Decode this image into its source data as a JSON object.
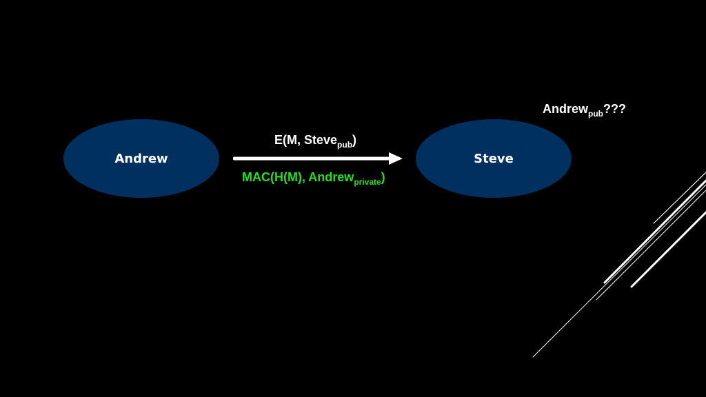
{
  "colors": {
    "background": "#000000",
    "node_fill": "#00305F",
    "node_text": "#FFFFFF",
    "arrow": "#FFFFFF",
    "label_white": "#FFFFFF",
    "label_green": "#22E022",
    "deco_lines": "#FFFFFF"
  },
  "nodes": {
    "andrew": {
      "label": "Andrew"
    },
    "steve": {
      "label": "Steve"
    }
  },
  "edge": {
    "top_label": {
      "main": "E(M, Steve",
      "sub": "pub",
      "close": ")"
    },
    "bottom_label": {
      "main": "MAC(H(M), Andrew",
      "sub": "private",
      "close": ")"
    }
  },
  "annotation": {
    "main": "Andrew",
    "sub": "pub",
    "suffix": "???"
  }
}
